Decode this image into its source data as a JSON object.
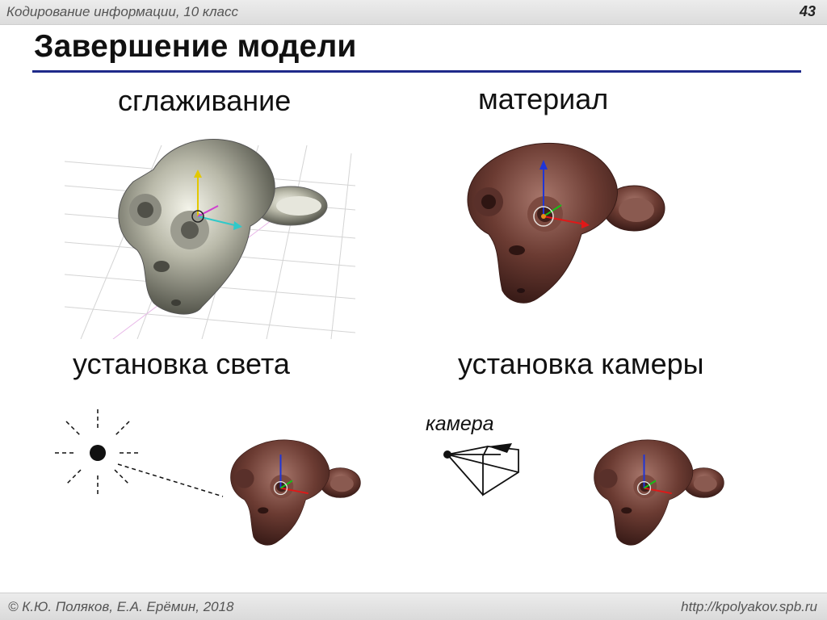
{
  "header": {
    "course": "Кодирование информации, 10 класс",
    "page_number": "43"
  },
  "slide": {
    "title": "Завершение модели",
    "items": [
      {
        "caption": "сглаживание"
      },
      {
        "caption": "материал"
      },
      {
        "caption": "установка света"
      },
      {
        "caption": "установка камеры"
      }
    ],
    "camera_label": "камера"
  },
  "footer": {
    "authors": "© К.Ю. Поляков, Е.А. Ерёмин, 2018",
    "site": "http://kpolyakov.spb.ru"
  },
  "colors": {
    "title_rule": "#1f2a8a",
    "material": "#6b3b32",
    "smooth_shading": "#b9b9a9"
  }
}
